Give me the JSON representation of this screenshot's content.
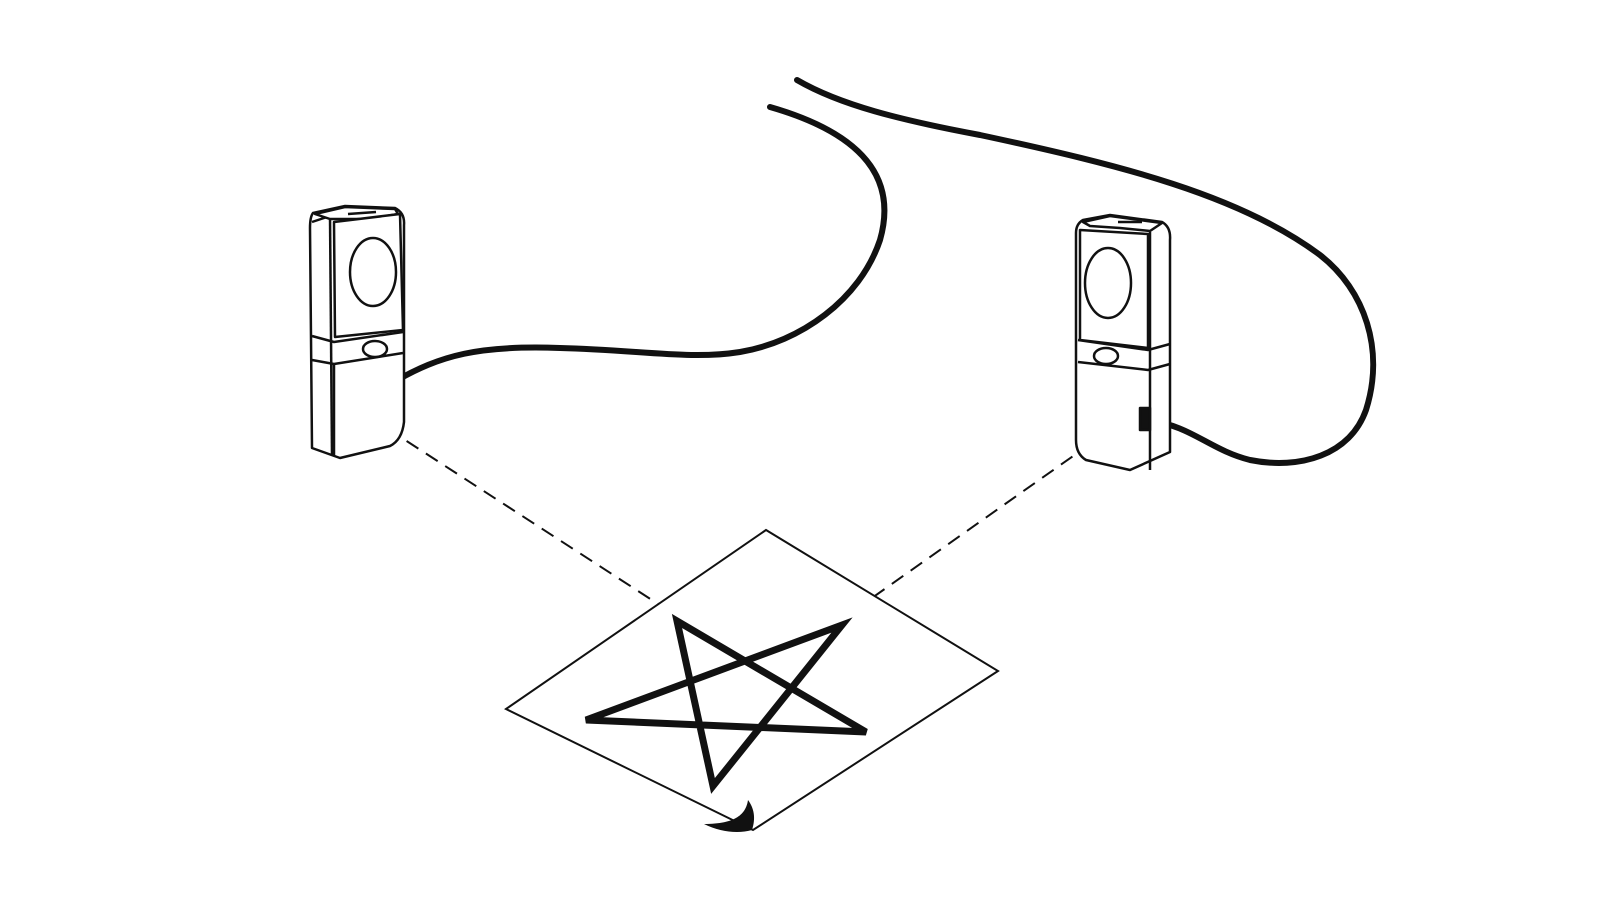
{
  "diagram": {
    "colors": {
      "background": "#ffffff",
      "ink": "#111111",
      "speaker_fill": "#ffffff"
    },
    "items": [
      {
        "id": "left-speaker",
        "kind": "speaker"
      },
      {
        "id": "right-speaker",
        "kind": "speaker"
      },
      {
        "id": "left-cable",
        "kind": "cable"
      },
      {
        "id": "right-cable",
        "kind": "cable"
      },
      {
        "id": "paper-sheet",
        "kind": "sheet"
      },
      {
        "id": "pentagram",
        "kind": "symbol"
      },
      {
        "id": "left-beam",
        "kind": "dashed-line"
      },
      {
        "id": "right-beam",
        "kind": "dashed-line"
      }
    ]
  }
}
